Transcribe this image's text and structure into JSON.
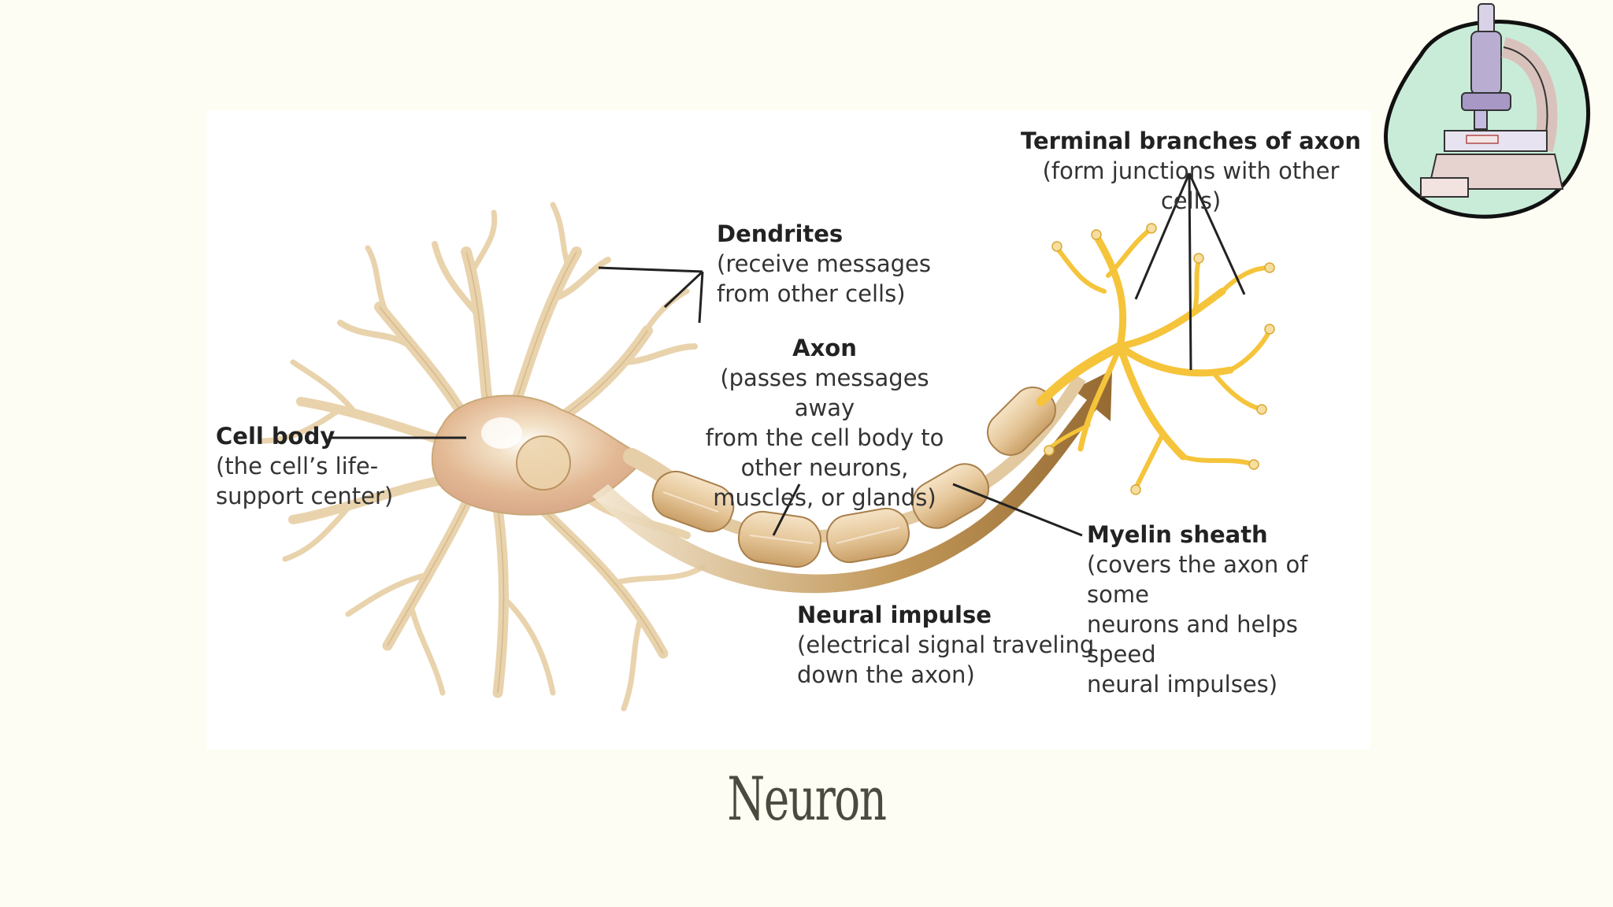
{
  "slide": {
    "title": "Neuron",
    "background_color": "#fdfdf3"
  },
  "diagram": {
    "labels": {
      "terminal_branches": {
        "title": "Terminal branches of axon",
        "desc": "(form junctions with other cells)"
      },
      "dendrites": {
        "title": "Dendrites",
        "desc_line1": "(receive messages",
        "desc_line2": "from other cells)"
      },
      "axon": {
        "title": "Axon",
        "desc_line1": "(passes messages away",
        "desc_line2": "from the cell body to",
        "desc_line3": "other neurons,",
        "desc_line4": "muscles, or glands)"
      },
      "cell_body": {
        "title": "Cell body",
        "desc_line1": "(the cell’s life-",
        "desc_line2": "support center)"
      },
      "myelin_sheath": {
        "title": "Myelin sheath",
        "desc_line1": "(covers the axon of some",
        "desc_line2": "neurons and helps speed",
        "desc_line3": "neural impulses)"
      },
      "neural_impulse": {
        "title": "Neural impulse",
        "desc_line1": "(electrical signal traveling",
        "desc_line2": "down the axon)"
      }
    },
    "colors": {
      "dendrite_fill": "#f1dfc0",
      "dendrite_stroke": "#c9a877",
      "soma_fill": "#e8c9a0",
      "myelin_fill": "#ecd2a8",
      "terminal_yellow": "#f5c43a",
      "arrow_brown": "#9a6a2a",
      "leader_line": "#222222"
    }
  },
  "icons": {
    "corner_icon": "microscope-icon"
  }
}
